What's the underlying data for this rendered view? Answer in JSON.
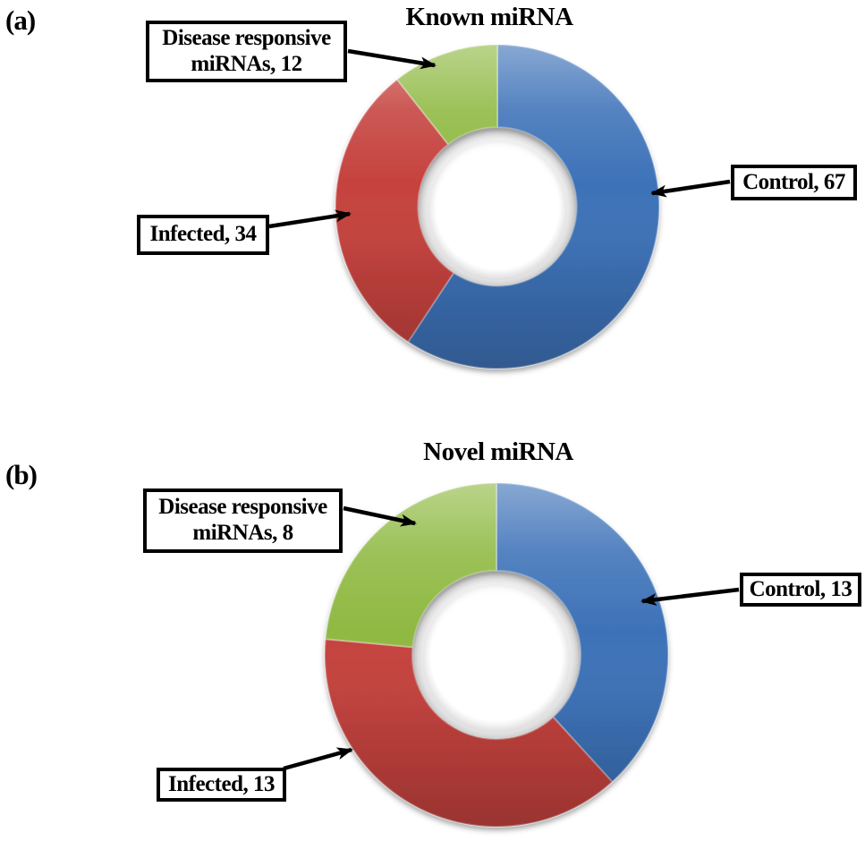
{
  "figure": {
    "background_color": "#ffffff",
    "panels": [
      {
        "panel_label": "(a)",
        "title": "Known miRNA",
        "callouts": [
          {
            "name": "disease-responsive",
            "line1": "Disease responsive",
            "line2": "miRNAs, 12"
          },
          {
            "name": "infected",
            "line1": "Infected, 34"
          },
          {
            "name": "control",
            "line1": "Control, 67"
          }
        ]
      },
      {
        "panel_label": "(b)",
        "title": "Novel miRNA",
        "callouts": [
          {
            "name": "disease-responsive",
            "line1": "Disease responsive",
            "line2": "miRNAs, 8"
          },
          {
            "name": "infected",
            "line1": "Infected, 13"
          },
          {
            "name": "control",
            "line1": "Control, 13"
          }
        ]
      }
    ]
  },
  "chart_data": [
    {
      "type": "pie",
      "subtype": "donut",
      "title": "Known miRNA",
      "categories": [
        "Control",
        "Infected",
        "Disease responsive miRNAs"
      ],
      "values": [
        67,
        34,
        12
      ],
      "colors": [
        "#3D72B8",
        "#C5423E",
        "#8FB942"
      ],
      "annotations": [
        "Control, 67",
        "Infected, 34",
        "Disease responsive miRNAs, 12"
      ],
      "start_angle_deg": 0,
      "direction": "clockwise",
      "inner_radius_ratio": 0.49,
      "legend": "none",
      "labels_style": "callout-boxes-with-arrows"
    },
    {
      "type": "pie",
      "subtype": "donut",
      "title": "Novel miRNA",
      "categories": [
        "Control",
        "Infected",
        "Disease responsive miRNAs"
      ],
      "values": [
        13,
        13,
        8
      ],
      "colors": [
        "#3D72B8",
        "#C5423E",
        "#8FB942"
      ],
      "annotations": [
        "Control, 13",
        "Infected, 13",
        "Disease responsive miRNAs, 8"
      ],
      "start_angle_deg": 0,
      "direction": "clockwise",
      "inner_radius_ratio": 0.49,
      "legend": "none",
      "labels_style": "callout-boxes-with-arrows"
    }
  ]
}
